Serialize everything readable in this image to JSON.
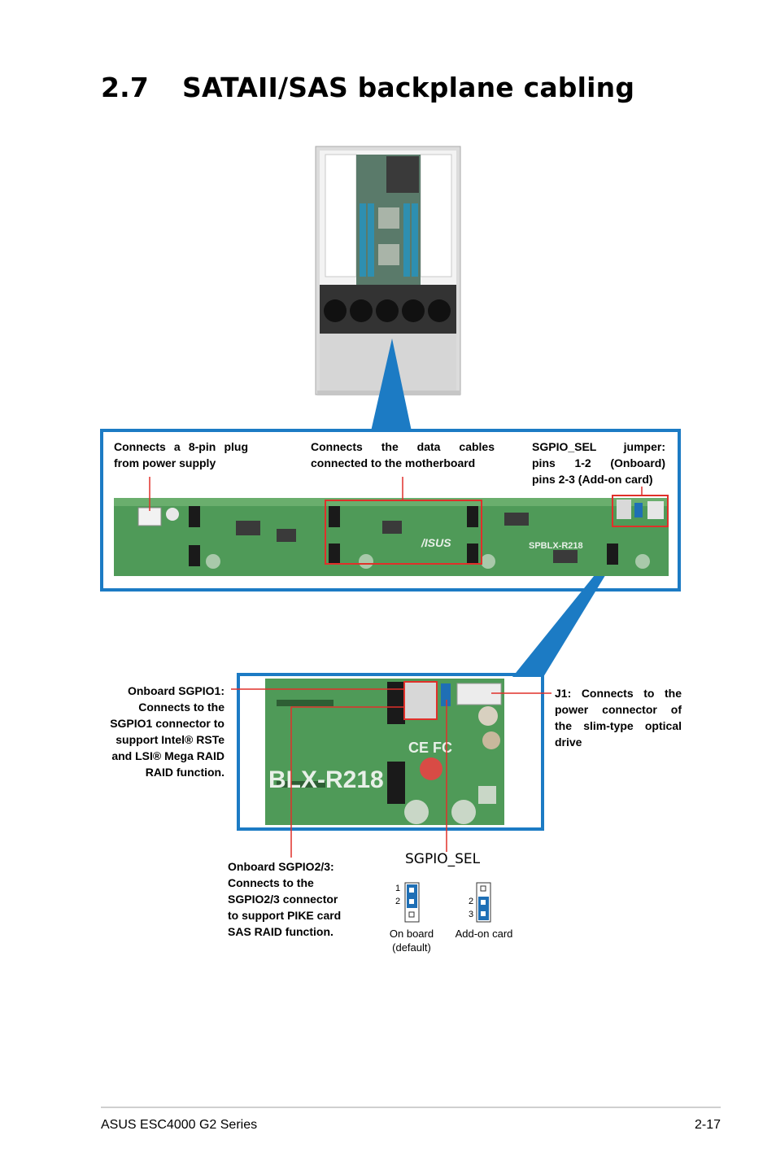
{
  "section": {
    "number": "2.7",
    "title": "SATAII/SAS backplane cabling"
  },
  "backplane_labels": {
    "power": [
      "Connects a 8-pin plug",
      "from power supply"
    ],
    "data": [
      "Connects the data cables",
      "connected to the motherboard"
    ],
    "jumper": [
      "SGPIO_SEL jumper:",
      "pins 1-2 (Onboard)",
      "pins 2-3 (Add-on card)"
    ]
  },
  "detail_labels": {
    "sgpio1": [
      "Onboard SGPIO1:",
      "Connects to the",
      "SGPIO1 connector to",
      "support Intel® RSTe",
      "and LSI® Mega RAID",
      "RAID function."
    ],
    "j1": [
      "J1: Connects to the",
      "power connector of",
      "the slim-type optical",
      "drive"
    ],
    "sgpio23": [
      "Onboard SGPIO2/3:",
      "Connects to the",
      "SGPIO2/3 connector",
      "to support PIKE card",
      "SAS RAID function."
    ]
  },
  "board_silk": {
    "model_main": "SPBLX-R218",
    "model_detail": "BLX-R218",
    "brand": "/ISUS",
    "ce": "CE FC"
  },
  "jumper_diagram": {
    "title": "SGPIO_SEL",
    "onboard": {
      "pins": [
        "1",
        "2"
      ],
      "caption": [
        "On board",
        "(default)"
      ]
    },
    "addon": {
      "pins": [
        "2",
        "3"
      ],
      "caption": [
        "Add-on card"
      ]
    }
  },
  "footer": {
    "left": "ASUS ESC4000 G2 Series",
    "right": "2-17"
  },
  "colors": {
    "frame_blue": "#1c7bc4",
    "callout_red": "#e0302a",
    "pcb_green": "#4f9a58",
    "pin_blue": "#1f6fb5"
  }
}
